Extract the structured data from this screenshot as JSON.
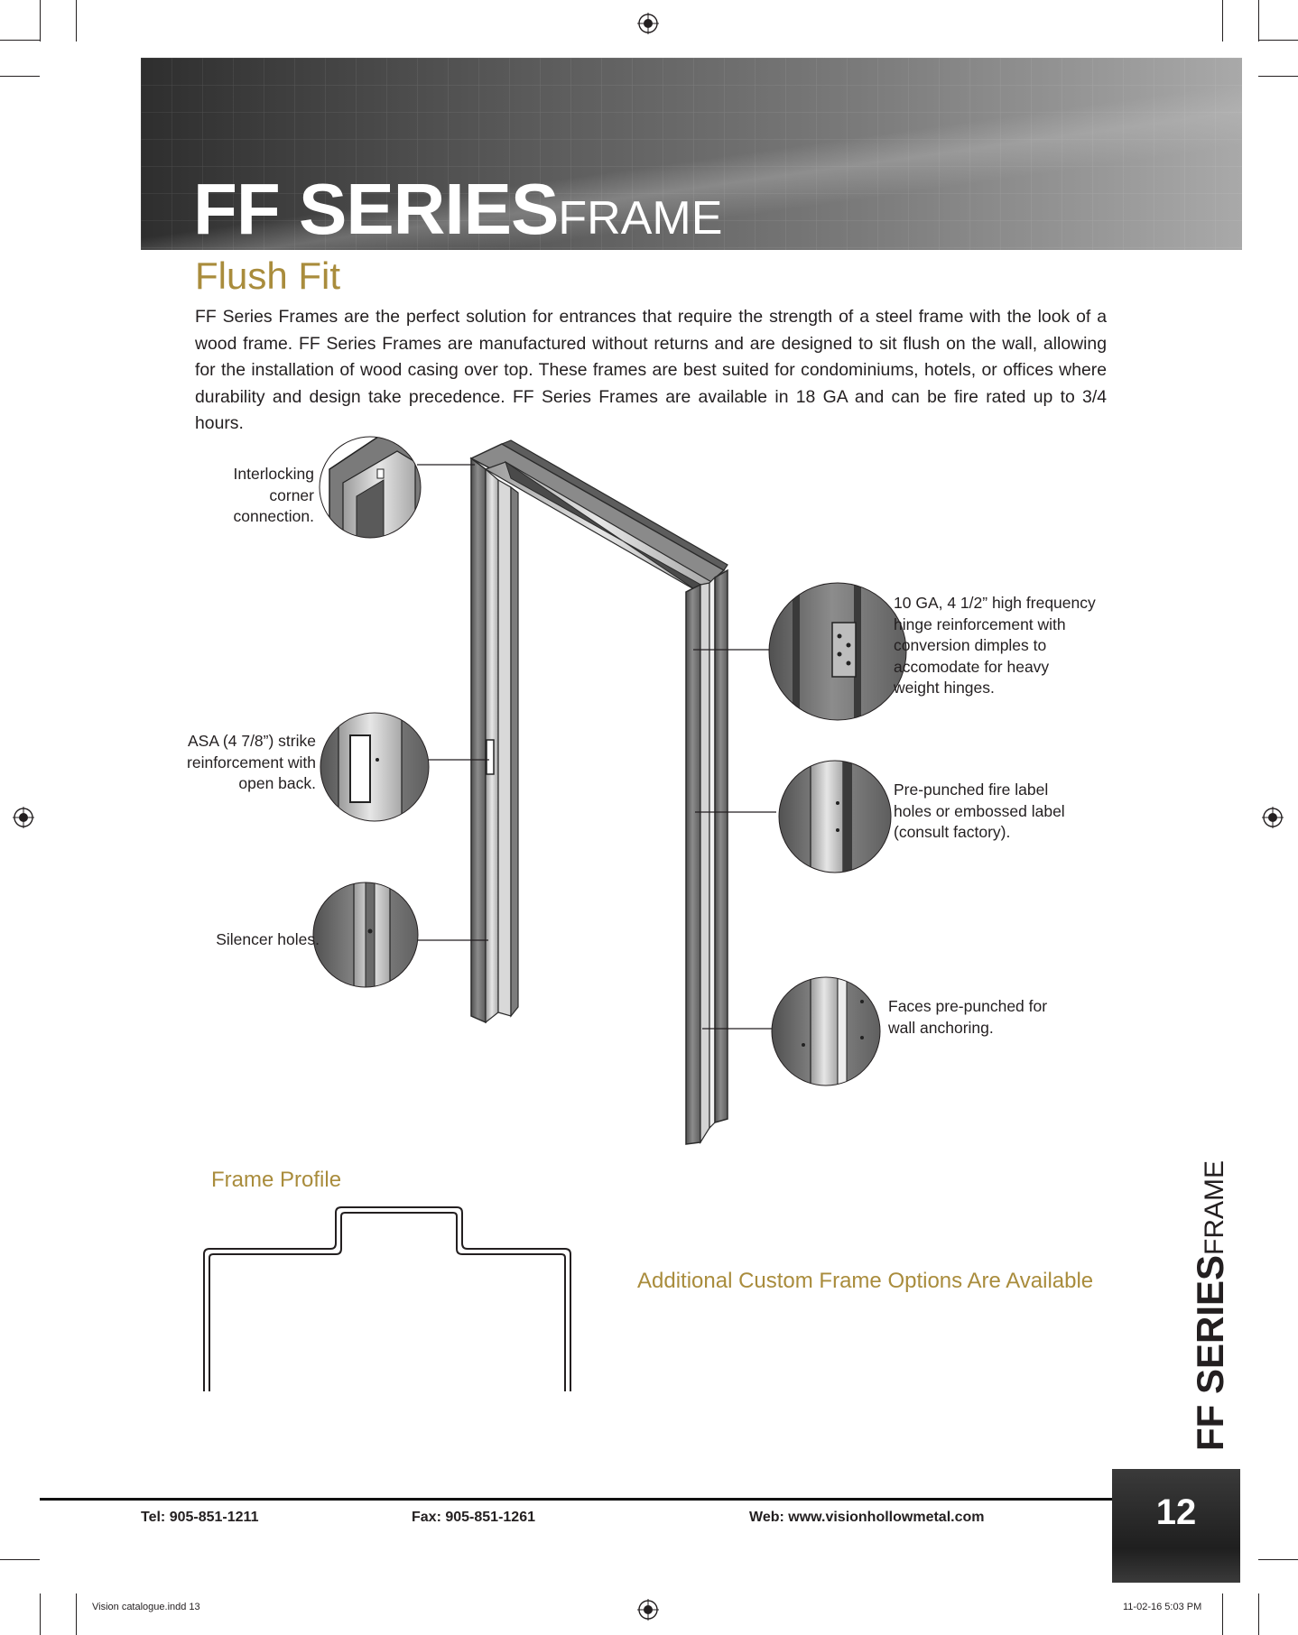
{
  "header": {
    "title_bold": "FF SERIES",
    "title_light": "FRAME",
    "subtitle": "Flush Fit"
  },
  "intro": "FF Series Frames are the perfect solution for entrances that require the strength of a steel frame with the look of a wood frame. FF Series Frames are manufactured without returns and are designed to sit flush on the wall, allowing for the installation of wood casing over top. These frames are best suited for condominiums, hotels, or offices where durability and design take precedence. FF Series Frames are available in 18 GA and can be fire rated up to 3/4 hours.",
  "callouts": {
    "corner": [
      "Interlocking",
      "corner",
      "connection."
    ],
    "strike": [
      "ASA (4 7/8”) strike",
      "reinforcement with",
      "open back."
    ],
    "silencer": [
      "Silencer holes."
    ],
    "hinge": [
      "10 GA, 4 1/2” high frequency",
      "hinge reinforcement with",
      "conversion dimples to",
      "accomodate for heavy",
      "weight hinges."
    ],
    "fire_label": [
      "Pre-punched fire label",
      "holes or embossed label",
      "(consult factory)."
    ],
    "anchoring": [
      "Faces pre-punched for",
      "wall anchoring."
    ]
  },
  "profile_title": "Frame Profile",
  "custom_options": "Additional Custom Frame Options Are Available",
  "side_title": {
    "bold": "FF SERIES",
    "light": "FRAME"
  },
  "footer": {
    "tel": "Tel:  905-851-1211",
    "fax": "Fax:  905-851-1261",
    "web": "Web:  www.visionhollowmetal.com",
    "page_number": "12"
  },
  "slug": {
    "file": "Vision catalogue.indd   13",
    "date": "11-02-16   5:03 PM"
  },
  "colors": {
    "accent_gold": "#a98c3c",
    "text": "#231f20",
    "frame_steel": "#6f6f6f"
  },
  "icons": [
    "registration-mark-icon",
    "crop-mark-icon"
  ]
}
